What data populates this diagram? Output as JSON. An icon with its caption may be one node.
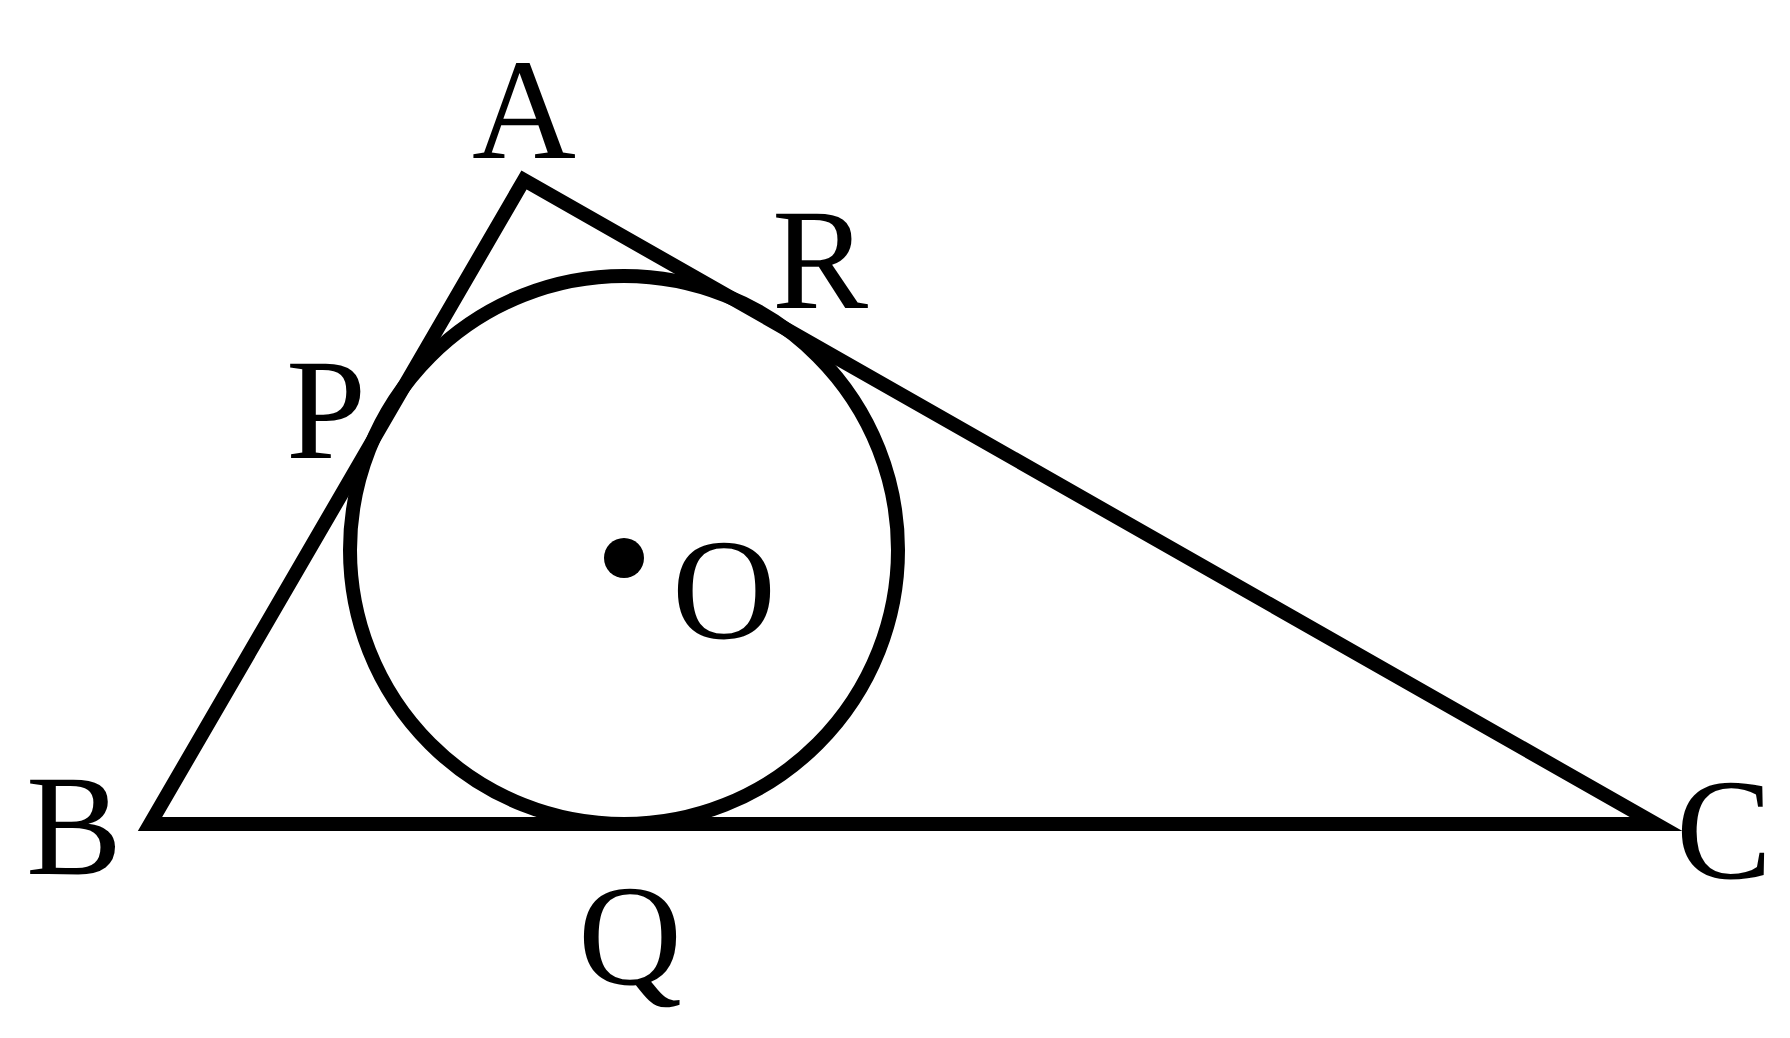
{
  "diagram": {
    "labels": [
      "A",
      "R",
      "P",
      "O",
      "B",
      "C",
      "Q"
    ]
  }
}
